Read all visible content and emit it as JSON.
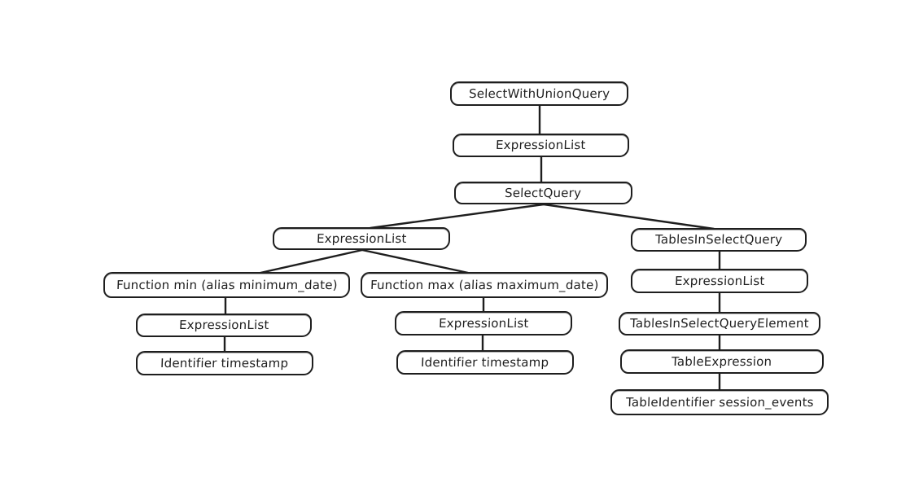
{
  "diagram": {
    "kind": "ast-tree",
    "colors": {
      "stroke": "#1e1e1e",
      "node_fill": "#ffffff",
      "background": "#ffffff"
    },
    "tree": {
      "label": "SelectWithUnionQuery",
      "children": [
        {
          "label": "ExpressionList",
          "children": [
            {
              "label": "SelectQuery",
              "children": [
                {
                  "label": "ExpressionList",
                  "children": [
                    {
                      "label": "Function min (alias minimum_date)",
                      "children": [
                        {
                          "label": "ExpressionList",
                          "children": [
                            {
                              "label": "Identifier timestamp",
                              "children": []
                            }
                          ]
                        }
                      ]
                    },
                    {
                      "label": "Function max (alias maximum_date)",
                      "children": [
                        {
                          "label": "ExpressionList",
                          "children": [
                            {
                              "label": "Identifier timestamp",
                              "children": []
                            }
                          ]
                        }
                      ]
                    }
                  ]
                },
                {
                  "label": "TablesInSelectQuery",
                  "children": [
                    {
                      "label": "ExpressionList",
                      "children": [
                        {
                          "label": "TablesInSelectQueryElement",
                          "children": [
                            {
                              "label": "TableExpression",
                              "children": [
                                {
                                  "label": "TableIdentifier session_events",
                                  "children": []
                                }
                              ]
                            }
                          ]
                        }
                      ]
                    }
                  ]
                }
              ]
            }
          ]
        }
      ]
    }
  }
}
